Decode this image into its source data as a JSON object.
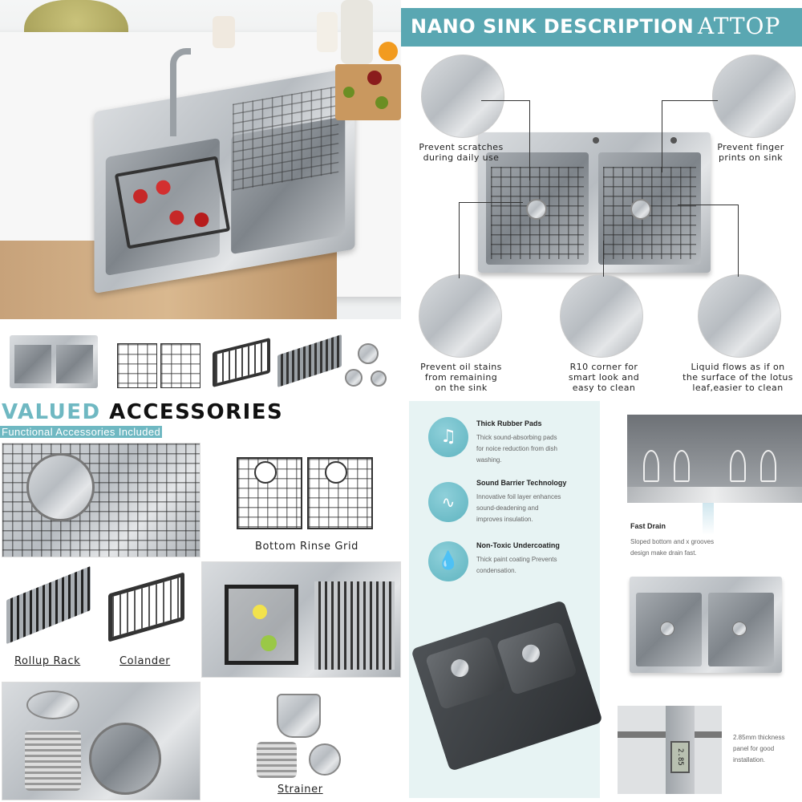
{
  "description_panel": {
    "title": "NANO SINK DESCRIPTION",
    "brand": "ATTOP",
    "callouts": [
      {
        "text": "Prevent scratches\nduring daily use"
      },
      {
        "text": "Prevent finger\nprints on sink"
      },
      {
        "text": "Prevent oil stains\nfrom remaining\non the sink"
      },
      {
        "text": "R10 corner for\nsmart look and\neasy to clean"
      },
      {
        "text": "Liquid flows as if on\nthe surface of the lotus\nleaf,easier to clean"
      }
    ]
  },
  "accessories_panel": {
    "title_accent": "VALUED",
    "title_main": "ACCESSORIES",
    "subtitle": "Functional Accessories Included",
    "labels": {
      "bottom_rinse_grid": "Bottom Rinse Grid",
      "rollup_rack": "Rollup Rack",
      "colander": "Colander",
      "strainer": "Strainer"
    }
  },
  "features_panel": {
    "items": [
      {
        "title": "Thick Rubber Pads",
        "desc": "Thick sound-absorbing pads\nfor noice reduction from dish\nwashing."
      },
      {
        "title": "Sound Barrier Technology",
        "desc": "Innovative foil layer enhances\nsound-deadening and\nimproves insulation."
      },
      {
        "title": "Non-Toxic Undercoating",
        "desc": "Thick paint coating Prevents\ncondensation."
      }
    ],
    "fast_drain": {
      "title": "Fast Drain",
      "desc": "Sloped bottom and x grooves\ndesign make drain fast."
    },
    "thickness": {
      "desc": "2.85mm thickness\npanel for good\ninstallation.",
      "readout": "2.85"
    }
  },
  "colors": {
    "teal": "#5aa7b2",
    "teal_light": "#6fb8c2",
    "panel_mint": "#e7f3f3",
    "icon_teal": "#5fb4c0"
  }
}
